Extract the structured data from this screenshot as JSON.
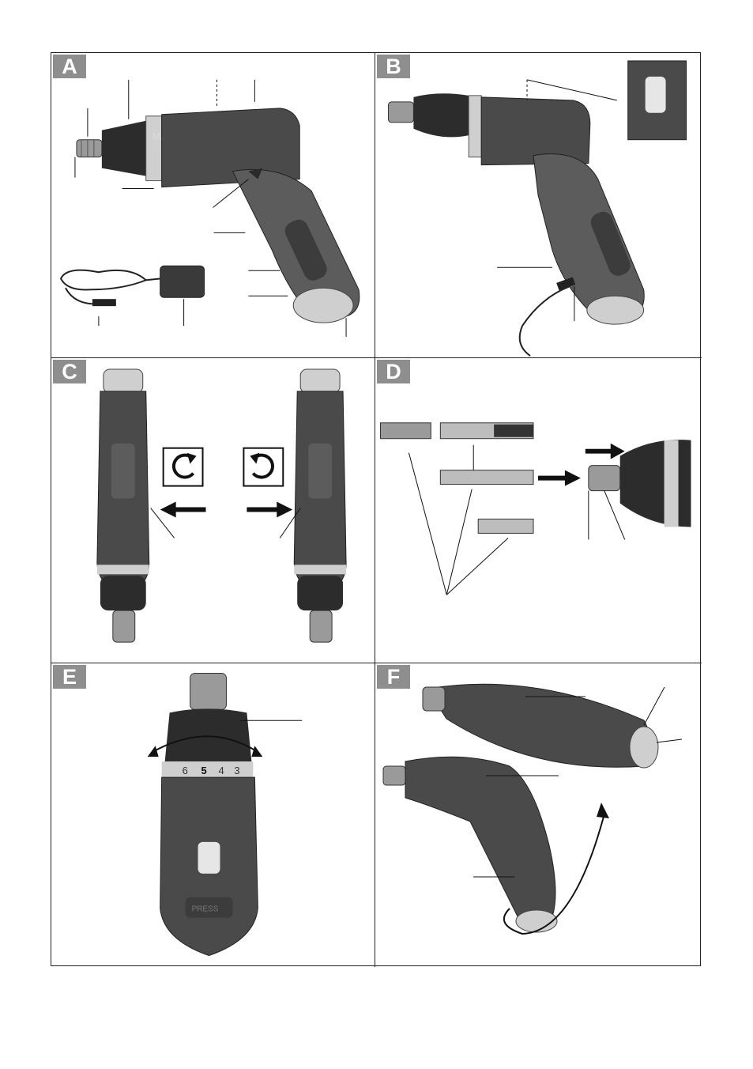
{
  "panels": [
    {
      "id": "A",
      "letter": "A"
    },
    {
      "id": "B",
      "letter": "B"
    },
    {
      "id": "C",
      "letter": "C"
    },
    {
      "id": "D",
      "letter": "D"
    },
    {
      "id": "E",
      "letter": "E"
    },
    {
      "id": "F",
      "letter": "F"
    }
  ],
  "torque_dial": {
    "numbers": [
      "6",
      "5",
      "4",
      "3"
    ]
  },
  "tool_markings": {
    "max_label": "MAX",
    "press_label": "PRESS"
  },
  "colors": {
    "body": "#4a4a4a",
    "body_dark": "#2c2c2c",
    "grip": "#5c5c5c",
    "metal": "#cfcfcf",
    "letter_bg": "#8e8e8e"
  },
  "icons": {
    "rotate_left": "counterclockwise-arrow-icon",
    "rotate_right": "clockwise-arrow-icon",
    "direction_arrow": "arrow-icon"
  }
}
